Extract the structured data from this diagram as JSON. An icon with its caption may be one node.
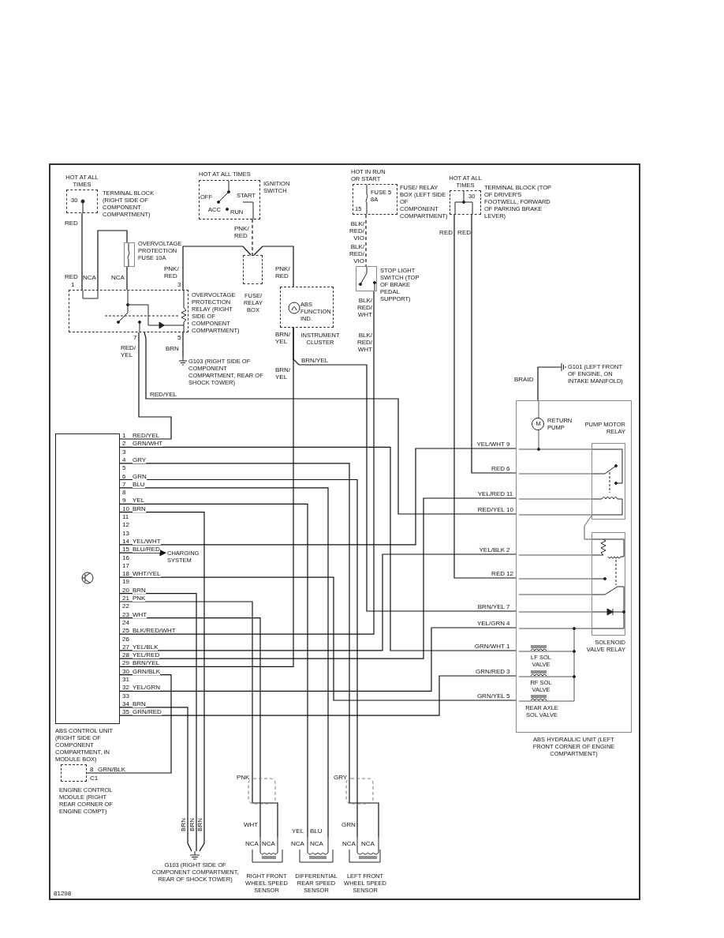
{
  "diagram": {
    "nodes": [
      {
        "text": [
          "HOT AT ALL TIMES",
          "30",
          "TERMINAL BLOCK (RIGHT SIDE OF COMPONENT COMPARTMENT)"
        ]
      },
      {
        "text": [
          "HOT AT ALL TIMES",
          "OFF",
          "ACC",
          "START",
          "RUN",
          "IGNITION SWITCH"
        ]
      },
      {
        "text": [
          "OVERVOLTAGE PROTECTION FUSE 10A"
        ]
      },
      {
        "text": [
          "FUSE/ RELAY BOX"
        ]
      },
      {
        "text": [
          "OVERVOLTAGE PROTECTION RELAY (RIGHT SIDE OF COMPONENT COMPARTMENT)"
        ]
      },
      {
        "text": [
          "G103 (RIGHT SIDE OF COMPONENT COMPARTMENT, REAR OF SHOCK TOWER)"
        ]
      },
      {
        "text": [
          "ABS FUNCTION IND.",
          "INSTRUMENT CLUSTER"
        ]
      },
      {
        "text": [
          "HOT IN RUN OR START",
          "FUSE 5 8A",
          "15",
          "FUSE/ RELAY BOX (LEFT SIDE OF COMPONENT COMPARTMENT)"
        ]
      },
      {
        "text": [
          "STOP LIGHT SWITCH (TOP OF BRAKE PEDAL SUPPORT)"
        ]
      },
      {
        "text": [
          "HOT AT ALL TIMES",
          "30",
          "TERMINAL BLOCK (TOP OF DRIVER'S FOOTWELL, FORWARD OF PARKING BRAKE LEVER)"
        ]
      },
      {
        "text": [
          "G101 (LEFT FRONT OF ENGINE, ON INTAKE MANIFOLD)"
        ]
      },
      {
        "text": [
          "ABS CONTROL UNIT (RIGHT SIDE OF COMPONENT COMPARTMENT, IN MODULE BOX)"
        ]
      },
      {
        "text": [
          "CHARGING SYSTEM"
        ]
      },
      {
        "text": [
          "ABS HYDRAULIC UNIT (LEFT FRONT CORNER OF ENGINE COMPARTMENT)"
        ]
      },
      {
        "text": [
          "M",
          "RETURN PUMP"
        ],
        "in": 13
      },
      {
        "text": [
          "PUMP MOTOR RELAY"
        ],
        "in": 13
      },
      {
        "text": [
          "SOLENOID VALVE RELAY"
        ],
        "in": 13
      },
      {
        "text": [
          "LF SOL VALVE"
        ],
        "in": 13
      },
      {
        "text": [
          "RF SOL VALVE"
        ],
        "in": 13
      },
      {
        "text": [
          "REAR AXLE SOL VALVE"
        ],
        "in": 13
      },
      {
        "text": [
          "ENGINE CONTROL MODULE (RIGHT REAR CORNER OF ENGINE COMPT)"
        ]
      },
      {
        "text": [
          "G103 (RIGHT SIDE OF COMPONENT COMPARTMENT, REAR OF SHOCK TOWER)"
        ]
      },
      {
        "text": [
          "RIGHT FRONT WHEEL SPEED SENSOR"
        ]
      },
      {
        "text": [
          "DIFFERENTIAL REAR SPEED SENSOR"
        ]
      },
      {
        "text": [
          "LEFT FRONT WHEEL SPEED SENSOR"
        ]
      }
    ],
    "edges": [
      {
        "from": 0,
        "to": 4,
        "arrow": "none",
        "label": "RED"
      },
      {
        "from": 2,
        "to": 4,
        "arrow": "none",
        "label": "NCA"
      },
      {
        "from": 4,
        "to": 2,
        "arrow": "none",
        "label": "NCA"
      },
      {
        "from": 1,
        "to": 3,
        "arrow": "none",
        "label": "PNK/ RED",
        "style": "dashed"
      },
      {
        "from": 3,
        "to": 4,
        "arrow": "none",
        "label": "PNK/ RED"
      },
      {
        "from": 3,
        "to": 6,
        "arrow": "none",
        "label": "PNK/ RED"
      },
      {
        "from": 4,
        "to": 5,
        "arrow": "none",
        "label": "BRN"
      },
      {
        "from": 4,
        "to": 11,
        "arrow": "none",
        "label": "RED/ YEL"
      },
      {
        "from": 4,
        "to": 13,
        "arrow": "none",
        "label": "RED/YEL"
      },
      {
        "from": 6,
        "to": 11,
        "arrow": "none",
        "label": "BRN/ YEL"
      },
      {
        "from": 6,
        "to": 13,
        "arrow": "none",
        "label": "BRN/YEL"
      },
      {
        "from": 7,
        "to": 8,
        "arrow": "none",
        "label": "BLK/ RED/ VIO",
        "style": "dashed"
      },
      {
        "from": 8,
        "to": 11,
        "arrow": "none",
        "label": "BLK/ RED/ WHT"
      },
      {
        "from": 9,
        "to": 13,
        "arrow": "none",
        "label": "RED"
      },
      {
        "from": 9,
        "to": 13,
        "arrow": "none",
        "label": "RED"
      },
      {
        "from": 10,
        "to": 13,
        "arrow": "none",
        "label": "BRAID"
      },
      {
        "from": 11,
        "to": 12,
        "arrow": "to",
        "label": "BLU/RED"
      },
      {
        "from": 11,
        "to": 13,
        "arrow": "none",
        "label": "GRN/WHT"
      },
      {
        "from": 11,
        "to": 13,
        "arrow": "none",
        "label": "YEL/WHT"
      },
      {
        "from": 11,
        "to": 13,
        "arrow": "none",
        "label": "WHT/YEL"
      },
      {
        "from": 11,
        "to": 13,
        "arrow": "none",
        "label": "YEL/BLK"
      },
      {
        "from": 11,
        "to": 13,
        "arrow": "none",
        "label": "YEL/RED"
      },
      {
        "from": 11,
        "to": 13,
        "arrow": "none",
        "label": "YEL/GRN"
      },
      {
        "from": 11,
        "to": 13,
        "arrow": "none",
        "label": "GRN/RED"
      },
      {
        "from": 11,
        "to": 20,
        "arrow": "none",
        "label": "GRN/BLK"
      },
      {
        "from": 11,
        "to": 21,
        "arrow": "none",
        "label": "BRN"
      },
      {
        "from": 11,
        "to": 21,
        "arrow": "none",
        "label": "BRN"
      },
      {
        "from": 11,
        "to": 21,
        "arrow": "none",
        "label": "BRN"
      },
      {
        "from": 11,
        "to": 22,
        "arrow": "none",
        "label": "PNK"
      },
      {
        "from": 11,
        "to": 22,
        "arrow": "none",
        "label": "WHT"
      },
      {
        "from": 11,
        "to": 23,
        "arrow": "none",
        "label": "YEL"
      },
      {
        "from": 11,
        "to": 23,
        "arrow": "none",
        "label": "BLU"
      },
      {
        "from": 11,
        "to": 24,
        "arrow": "none",
        "label": "GRY"
      },
      {
        "from": 11,
        "to": 24,
        "arrow": "none",
        "label": "GRN"
      }
    ],
    "labels": [
      "1",
      "2",
      "3",
      "4",
      "5",
      "6",
      "7",
      "8",
      "9",
      "10",
      "11",
      "12",
      "13",
      "14",
      "15",
      "16",
      "17",
      "18",
      "19",
      "20",
      "21",
      "22",
      "23",
      "24",
      "25",
      "26",
      "27",
      "28",
      "29",
      "30",
      "31",
      "32",
      "33",
      "34",
      "35",
      "RED/YEL",
      "BLK/RED/WHT",
      "BRN/YEL",
      "RED",
      "1",
      "3",
      "7",
      "5",
      "BRN/ YEL",
      "BLK/ RED/ VIO",
      "BLK/ RED/ WHT",
      "YEL/WHT",
      "9",
      "RED",
      "6",
      "YEL/RED",
      "11",
      "RED/YEL",
      "10",
      "YEL/BLK",
      "2",
      "RED",
      "12",
      "BRN/YEL",
      "7",
      "YEL/GRN",
      "4",
      "GRN/WHT",
      "1",
      "GRN/RED",
      "3",
      "GRN/YEL",
      "5",
      "8",
      "GRN/BLK",
      "C1",
      "PNK",
      "WHT",
      "NCA",
      "NCA",
      "YEL",
      "BLU",
      "NCA",
      "NCA",
      "GRY",
      "GRN",
      "NCA",
      "NCA",
      "BRN",
      "BRN",
      "BRN",
      "81298"
    ]
  }
}
